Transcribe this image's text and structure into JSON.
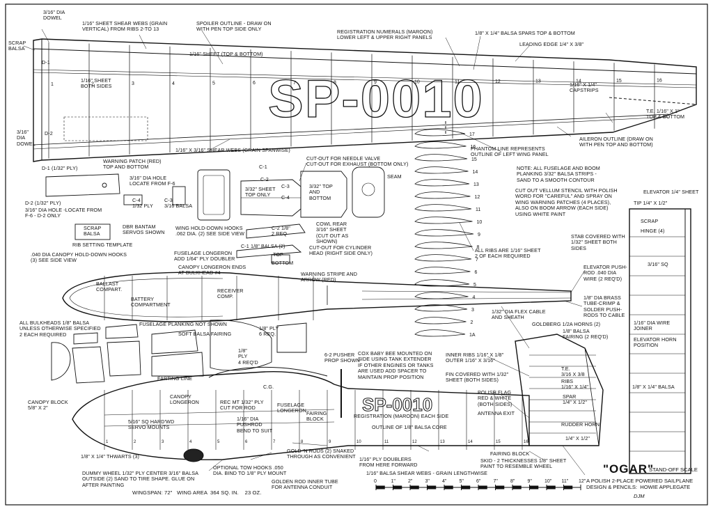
{
  "labels": {
    "dowel_top": "3/16\" DIA\nDOWEL",
    "scrap_balsa": "SCRAP\nBALSA",
    "shear_webs_vert": "1/16\" SHEET SHEAR WEBS (GRAIN\nVERTICAL) FROM RIBS 2-TO 13",
    "spoiler": "SPOILER OUTLINE - DRAW ON\nWITH PEN TOP SIDE ONLY",
    "registration_numerals": "REGISTRATION NUMERALS (MAROON)\nLOWER LEFT & UPPER RIGHT PANELS",
    "spars": "1/8\" X 1/4\" BALSA SPARS TOP & BOTTOM",
    "leading_edge": "LEADING EDGE 1/4\" X 3/8\"",
    "sheet_top_bottom": "1/16\" SHEET (TOP & BOTTOM)",
    "d1": "D-1",
    "sheet_both_sides": "1/16\" SHEET\nBOTH SIDES",
    "capstrips": "1/16\" X 1/4\"\nCAPSTRIPS",
    "te": "T.E. 1/16\" X 1\"\nTOP & BOTTOM",
    "aileron": "AILERON OUTLINE (DRAW ON\nWITH PEN TOP AND BOTTOM)",
    "dowel_left": "3/16\"\nDIA\nDOWEL",
    "d2": "D-2",
    "shear_webs_span": "1/16\" X 3/16\" SHEAR WEBS (GRAIN SPANWISE)",
    "phantom": "PHANTOM LINE REPRESENTS\nOUTLINE OF LEFT WING PANEL",
    "warning_patch": "WARNING PATCH (RED)\nTOP AND BOTTOM",
    "d1_ply": "D-1 (1/32\" PLY)",
    "d2_ply": "D-2 (1/32\" PLY)",
    "dia_hole_f6": "3/16\" DIA HOLE\nLOCATE FROM F-6",
    "dia_hole_d2": "3/16\" DIA HOLE -LOCATE FROM\nF-6 - D-2 ONLY",
    "c4_ply": "C-4\n1/32 PLY",
    "c3_balsa": "C-3\n3/16 BALSA",
    "c1": "C-1",
    "c2": "C-2",
    "c3": "C-3",
    "c4": "C-4",
    "sheet_top_only": "3/32\" SHEET\nTOP ONLY",
    "sheet_top_bottom2": "3/32\" TOP\nAND\nBOTTOM",
    "needle_valve": "CUT-OUT FOR NEEDLE VALVE\nCUT-OUT FOR EXHAUST (BOTTOM ONLY)",
    "seam": "SEAM",
    "fuselage_note": "NOTE: ALL FUSELAGE AND BOOM\nPLANKING 3/32\" BALSA STRIPS -\nSAND TO A SMOOTH CONTOUR",
    "stencil_note": "CUT OUT VELLUM STENCIL WITH POLISH\nWORD FOR \"CAREFUL\" AND SPRAY ON\nWING WARNING PATCHES (4 PLACES),\nALSO ON BOOM ARROW (EACH SIDE)\nUSING WHITE PAINT",
    "scrap_balsa2": "SCRAP\nBALSA",
    "rib_template": "RIB SETTING TEMPLATE",
    "dbr_servos": "DBR BANTAM\nSERVOS SHOWN",
    "wing_hooks": "WING HOLD-DOWN HOOKS\n.062 DIA. (2) SEE SIDE VIEW",
    "c2_req": "C-2 1/8\"\n2 REQ",
    "cowl_rear": "COWL REAR\n3/16\" SHEET\n(CUT OUT AS\nSHOWN)",
    "canopy_hooks": ".040 DIA CANOPY HOLD-DOWN HOOKS\n(3) SEE SIDE VIEW",
    "longeron_doubler": "FUSELAGE LONGERON\nADD 1/64\" PLY DOUBLER",
    "c1_balsa": "C-1 1/8\" BALSA (2)",
    "top": "TOP",
    "bottom": "BOTTOM",
    "cylinder_head": "CUT-OUT FOR CYLINDER\nHEAD (RIGHT SIDE ONLY)",
    "canopy_longeron_ends": "CANOPY LONGERON ENDS\nAT BULKHEAD #4",
    "all_ribs": "ALL RIBS ARE 1/16\" SHEET\n2 OF EACH REQUIRED",
    "elevator_sheet": "ELEVATOR 1/4\" SHEET",
    "tip": "TIP 1/4\" X 1/2\"",
    "scrap": "SCRAP",
    "hinge": "HINGE (4)",
    "stab_covered": "STAB COVERED WITH\n1/32\" SHEET BOTH\nSIDES",
    "sq_316": "3/16\" SQ",
    "elevator_pushrod": "ELEVATOR PUSH-\nROD .040 DIA\nWIRE (2 REQ'D)",
    "ballast": "BALLAST\nCOMPART.",
    "battery": "BATTERY\nCOMPARTMENT",
    "receiver": "RECEIVER\nCOMP.",
    "warning_stripe": "WARNING STRIPE AND\nARROW (RED)",
    "brass_tube": "1/8\" DIA BRASS\nTUBE-CRIMP &\nSOLDER PUSH-\nRODS TO CABLE",
    "flex_cable": "1/32\" DIA FLEX CABLE\nAND SHEATH",
    "goldberg_horns": "GOLDBERG 1/2A HORNS (2)",
    "bulkheads": "ALL BULKHEADS 1/8\" BALSA\nUNLESS OTHERWISE SPECIFIED\n2 EACH REQUIRED",
    "planking_not_shown": "FUSELAGE PLANKING NOT SHOWN",
    "soft_balsa": "SOFT BALSA FAIRING",
    "ply_6req": "1/8\" PLY\n6 REQ.",
    "ply_4req": "1/8\"\nPLY\n4 REQ'D",
    "cox_baby_bee": "COX BABY BEE MOUNTED ON\nSIDE USING TANK EXTENDER\nIF OTHER ENGINES OR TANKS\nARE USED ADD SPACER TO\nMAINTAIN PROP POSITION",
    "pusher_prop": "6-2 PUSHER\nPROP SHOWN",
    "wire_joiner": "1/16\" DIA WIRE\nJOINER",
    "elev_horn_pos": "ELEVATOR HORN\nPOSITION",
    "inner_ribs": "INNER RIBS 1/16\" X 1/8\"\nOUTER 1/16\" X 3/16\"",
    "fairing_2": "1/8\" BALSA\nFAIRING (2 REQ'D)",
    "fin_covered": "FIN COVERED WITH 1/32\"\nSHEET (BOTH SIDES)",
    "te_fin": "T.E.\n3/16 X 3/8",
    "ribs_fin": "RIBS\n1/16\" X 1/4\"",
    "spar_fin": "SPAR\n1/4\" X 1/2\"",
    "balsa_14": "1/8\" X 1/4\" BALSA",
    "farting_line": "FARTING LINE",
    "cg": "C.G.",
    "canopy_block": "CANOPY BLOCK\n5/8\" X 2\"",
    "canopy_longeron": "CANOPY\nLONGERON",
    "rec_mt": "REC MT 1/32\" PLY\nCUT FOR ROD",
    "fuselage_longeron": "FUSELAGE\nLONGERON",
    "fairing_block": "FAIRING\nBLOCK",
    "registration_each_side": "REGISTRATION (MAROON) EACH SIDE",
    "polish_flag": "POLISH FLAG\nRED & WHITE\n(BOTH SIDES)",
    "antenna_exit": "ANTENNA EXIT",
    "rudder_horn": "RUDDER HORN",
    "dia_pushrod": "1/16\" DIA\nPUSHROD\nBEND TO SUIT",
    "servo_mounts": "5/16\" SQ HARD'WD\nSERVO MOUNTS",
    "outline_core": "OUTLINE OF 1/8\" BALSA CORE",
    "fairing_block2": "FAIRING BLOCK",
    "sq_fin": "1/4\" X 1/2\"",
    "thwarts": "1/8\" X 1/4\" THWARTS (3)",
    "gold_n_rods": "GOLD 'N RODS (2) SNAKED\nTHROUGH AS CONVENIENT",
    "ply_doublers": "1/16\" PLY DOUBLERS\nFROM HERE FORWARD",
    "skid": "SKID - 2 THICKNESSES 1/8\" SHEET\nPAINT TO RESEMBLE WHEEL",
    "tow_hooks": "OPTIONAL TOW HOOKS .050\nDIA. BIND TO 1/8\" PLY MOUNT",
    "balsa_shear_webs": "1/16\" BALSA SHEAR WEBS - GRAIN LENGTHWISE",
    "dummy_wheel": "DUMMY WHEEL 1/32\" PLY CENTER 3/16\" BALSA\nOUTSIDE (2) SAND TO TIRE SHAPE. GLUE ON\nAFTER PAINTING",
    "golden_rod": "GOLDEN ROD INNER TUBE\nFOR ANTENNA CONDUIT",
    "specs": "WINGSPAN: 72\"   WING AREA  364 SQ. IN.    23 OZ.",
    "standoff": "STAND-OFF SCALE",
    "desc": "A POLISH 2-PLACE POWERED SAILPLANE\nDESIGN & PENCILS:  HOWIE APPLEGATE",
    "initials": "DJM"
  },
  "registration_wing": "SP-0010",
  "registration_fuselage": "SP-0010",
  "title": "\"OGAR\"",
  "scale_ticks": [
    "0",
    "1\"",
    "2\"",
    "3\"",
    "4\"",
    "5\"",
    "6\"",
    "7\"",
    "8\"",
    "9\"",
    "10\"",
    "11\"",
    "12\""
  ],
  "wing_rib_numbers": [
    "1",
    "2",
    "3",
    "4",
    "5",
    "6",
    "7",
    "8",
    "9",
    "10",
    "11",
    "12",
    "13",
    "14",
    "15",
    "16"
  ],
  "rib_stack_numbers": [
    "17",
    "16",
    "15",
    "14",
    "13",
    "12",
    "11",
    "10",
    "9",
    "8",
    "7",
    "6",
    "5",
    "4",
    "3",
    "2",
    "1A"
  ],
  "bulkhead_numbers": [
    "1",
    "2",
    "3",
    "4",
    "5",
    "6",
    "7",
    "8",
    "9",
    "10",
    "11",
    "12",
    "13",
    "14",
    "15",
    "16"
  ]
}
